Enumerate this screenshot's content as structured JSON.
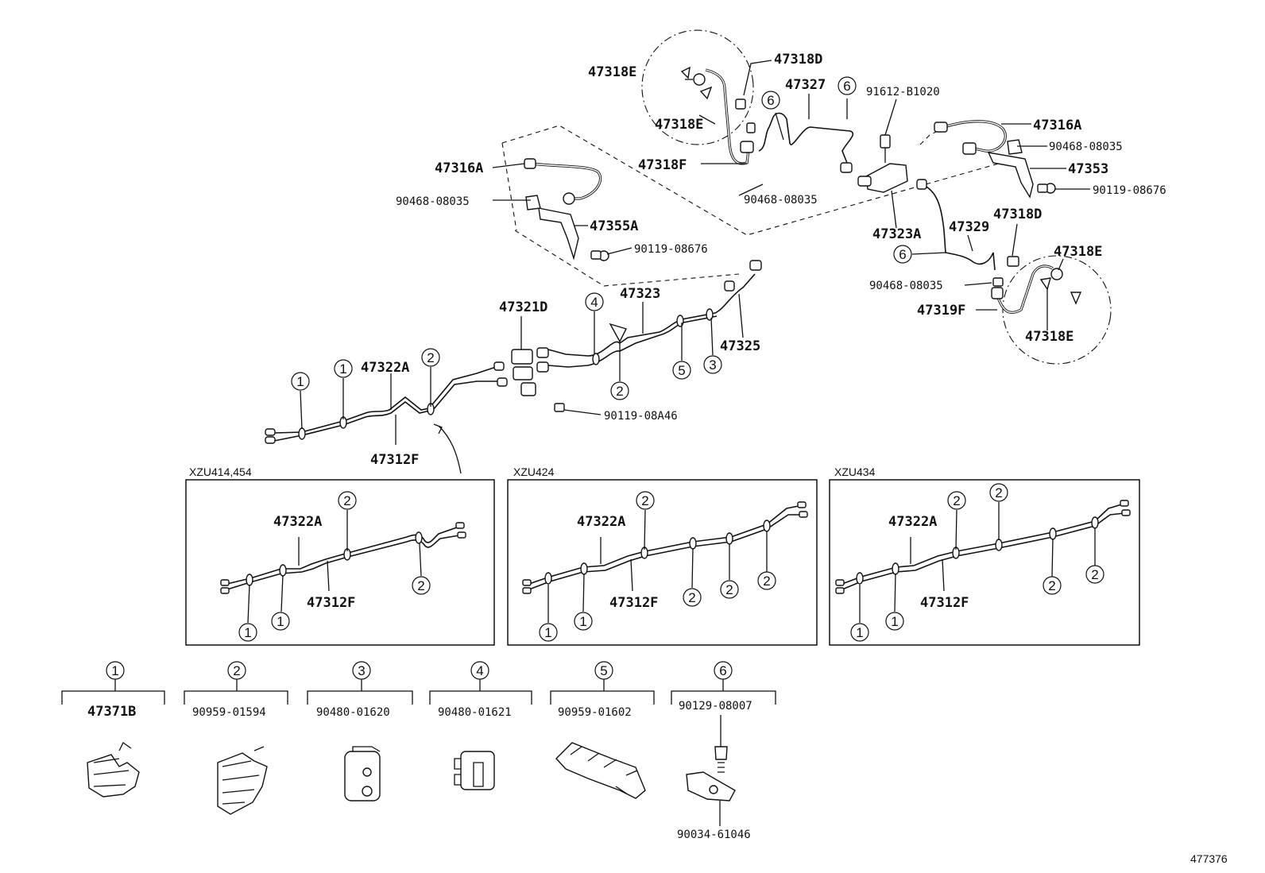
{
  "diagram_id": "477376",
  "main_labels": {
    "p47318E_top": "47318E",
    "p47318D_top": "47318D",
    "p47327": "47327",
    "p91612": "91612-B1020",
    "p47318E_mid": "47318E",
    "p47316A_right": "47316A",
    "p90468_r1": "90468-08035",
    "p47318F": "47318F",
    "p47353": "47353",
    "p47316A_left": "47316A",
    "p90468_mid": "90468-08035",
    "p90119_r": "90119-08676",
    "p90468_left": "90468-08035",
    "p47323A": "47323A",
    "p47329": "47329",
    "p47318D_right": "47318D",
    "p47355A": "47355A",
    "p47318E_right": "47318E",
    "p90119_mid": "90119-08676",
    "p90468_r2": "90468-08035",
    "p47321D": "47321D",
    "p47323": "47323",
    "p47319F": "47319F",
    "p47318E_bot": "47318E",
    "p47325": "47325",
    "p47322A": "47322A",
    "p90119_08A46": "90119-08A46",
    "p47312F": "47312F"
  },
  "callout_numbers": [
    "1",
    "2",
    "3",
    "4",
    "5",
    "6"
  ],
  "variants": [
    {
      "title": "XZU414,454",
      "label_a": "47322A",
      "label_b": "47312F"
    },
    {
      "title": "XZU424",
      "label_a": "47322A",
      "label_b": "47312F"
    },
    {
      "title": "XZU434",
      "label_a": "47322A",
      "label_b": "47312F"
    }
  ],
  "legend": [
    {
      "num": "1",
      "part": "47371B"
    },
    {
      "num": "2",
      "part": "90959-01594"
    },
    {
      "num": "3",
      "part": "90480-01620"
    },
    {
      "num": "4",
      "part": "90480-01621"
    },
    {
      "num": "5",
      "part": "90959-01602"
    },
    {
      "num": "6",
      "part": "90129-08007",
      "sub_part": "90034-61046"
    }
  ]
}
